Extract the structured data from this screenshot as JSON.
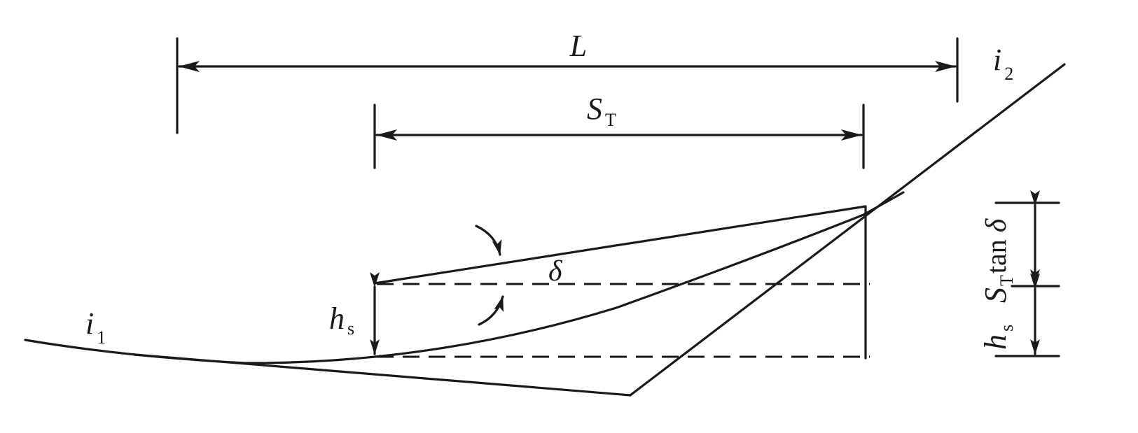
{
  "labels": {
    "length": "L",
    "tangent_main": "S",
    "tangent_sub": "T",
    "grade_in_main": "i",
    "grade_in_sub": "1",
    "grade_out_main": "i",
    "grade_out_sub": "2",
    "angle": "δ",
    "sight_height_main": "h",
    "sight_height_sub": "s",
    "right_offset_main": "S",
    "right_offset_sub": "T",
    "right_offset_func": "tan",
    "right_offset_angle": "δ",
    "right_height_main": "h",
    "right_height_sub": "s"
  },
  "colors": {
    "line": "#1a1a1a",
    "background": "#ffffff"
  }
}
